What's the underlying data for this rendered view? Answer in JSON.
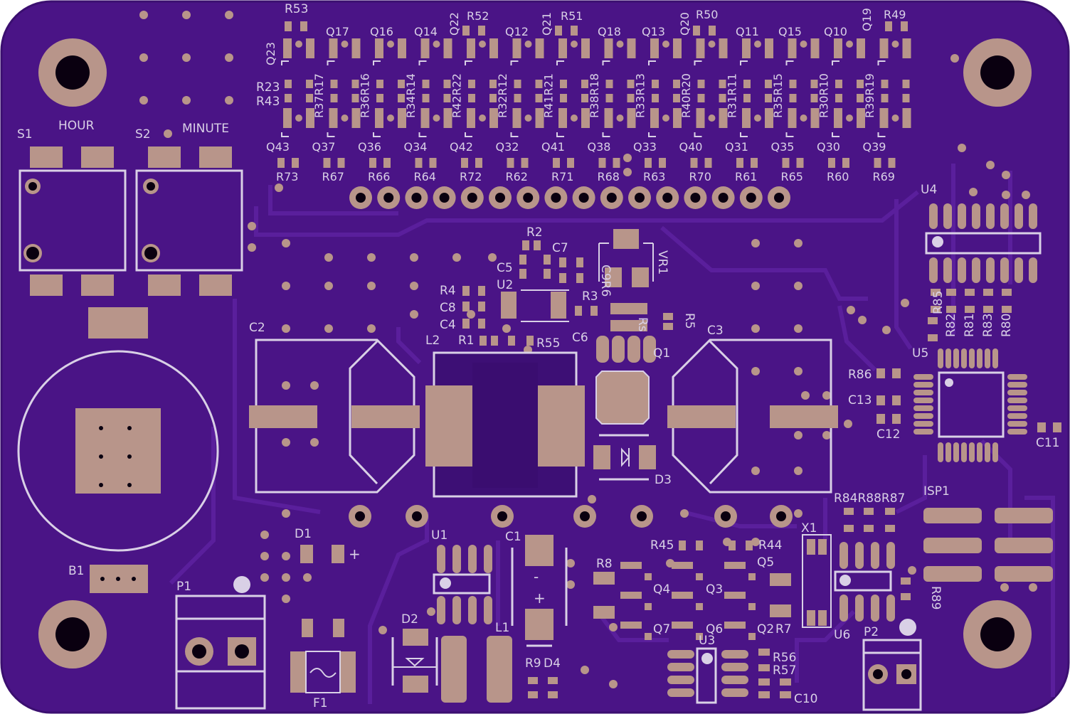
{
  "colors": {
    "board": "#4a1486",
    "board_edge": "#3b0f70",
    "trace": "#5a1f9c",
    "pad": "#b8958a",
    "hole": "#0a0010",
    "silk": "#d9d0e6"
  },
  "labels": {
    "hour": "HOUR",
    "minute": "MINUTE",
    "s1": "S1",
    "s2": "S2",
    "c2": "C2",
    "c3": "C3",
    "l2": "L2",
    "u2": "U2",
    "u4": "U4",
    "u5": "U5",
    "u1": "U1",
    "u3": "U3",
    "u6": "U6",
    "q1": "Q1",
    "d1": "D1",
    "d2": "D2",
    "d3": "D3",
    "d4": "D4",
    "b1": "B1",
    "p1": "P1",
    "p2": "P2",
    "f1": "F1",
    "l1": "L1",
    "c1": "C1",
    "vr1": "VR1",
    "rs": "Rs",
    "isp1": "ISP1",
    "x1": "X1",
    "r2": "R2",
    "r3": "R3",
    "r4": "R4",
    "r5": "R5",
    "r1": "R1",
    "r55": "R55",
    "c4": "C4",
    "c5": "C5",
    "c6": "C6",
    "c7": "C7",
    "c8": "C8",
    "c9r6": "C9R6",
    "c10": "C10",
    "c11": "C11",
    "c12": "C12",
    "c13": "C13",
    "r8": "R8",
    "r7": "R7",
    "r9": "R9",
    "r44": "R44",
    "r45": "R45",
    "r56": "R56",
    "r57": "R57",
    "r86": "R86",
    "r89": "R89",
    "r85": "R85",
    "r82": "R82",
    "r81": "R81",
    "r83": "R83",
    "r80": "R80",
    "r84r88r87": "R84R88R87",
    "q2": "Q2",
    "q3": "Q3",
    "q4": "Q4",
    "q5": "Q5",
    "q6": "Q6",
    "q7": "Q7",
    "r23": "R23",
    "r43": "R43",
    "r53": "R53",
    "top_r": [
      "R52",
      "R51",
      "R50",
      "R49"
    ],
    "top_q": [
      "Q23",
      "Q17",
      "Q16",
      "Q14",
      "Q22",
      "Q12",
      "Q21",
      "Q18",
      "Q13",
      "Q20",
      "Q11",
      "Q15",
      "Q10",
      "Q19"
    ],
    "mid_r": [
      "R37R17",
      "R36R16",
      "R34R14",
      "R42R22",
      "R32R12",
      "R41R21",
      "R38R18",
      "R33R13",
      "R40R20",
      "R31R11",
      "R35R15",
      "R30R10",
      "R39R19"
    ],
    "bot_q": [
      "Q43",
      "Q37",
      "Q36",
      "Q34",
      "Q42",
      "Q32",
      "Q41",
      "Q38",
      "Q33",
      "Q40",
      "Q31",
      "Q35",
      "Q30",
      "Q39"
    ],
    "bot_r": [
      "R73",
      "R67",
      "R66",
      "R64",
      "R72",
      "R62",
      "R71",
      "R68",
      "R63",
      "R70",
      "R61",
      "R65",
      "R60",
      "R69"
    ]
  }
}
